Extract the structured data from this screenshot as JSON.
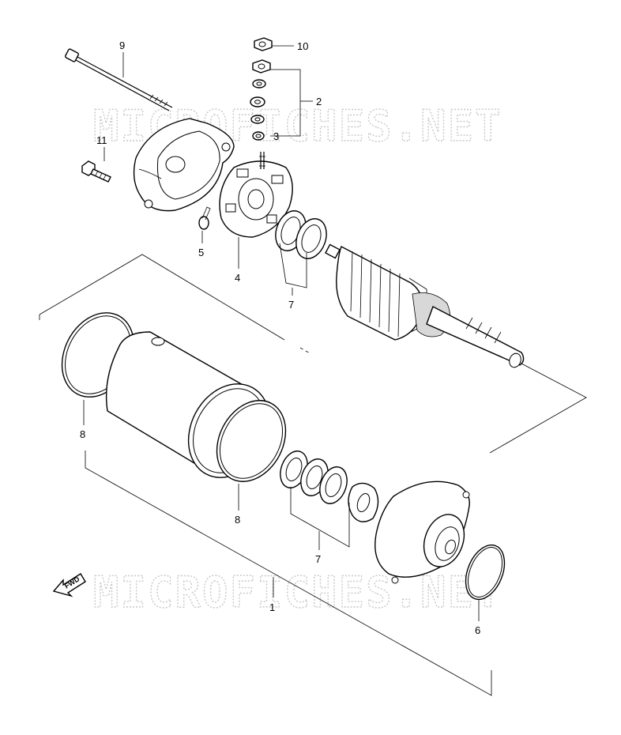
{
  "watermark": "MICROFICHES.NET",
  "fwd_label": "FWD",
  "callouts": [
    {
      "id": "c9",
      "text": "9"
    },
    {
      "id": "c10",
      "text": "10"
    },
    {
      "id": "c2",
      "text": "2"
    },
    {
      "id": "c3",
      "text": "3"
    },
    {
      "id": "c11",
      "text": "11"
    },
    {
      "id": "c5",
      "text": "5"
    },
    {
      "id": "c4",
      "text": "4"
    },
    {
      "id": "c7a",
      "text": "7"
    },
    {
      "id": "c8a",
      "text": "8"
    },
    {
      "id": "c8b",
      "text": "8"
    },
    {
      "id": "c7b",
      "text": "7"
    },
    {
      "id": "c1",
      "text": "1"
    },
    {
      "id": "c6",
      "text": "6"
    }
  ]
}
